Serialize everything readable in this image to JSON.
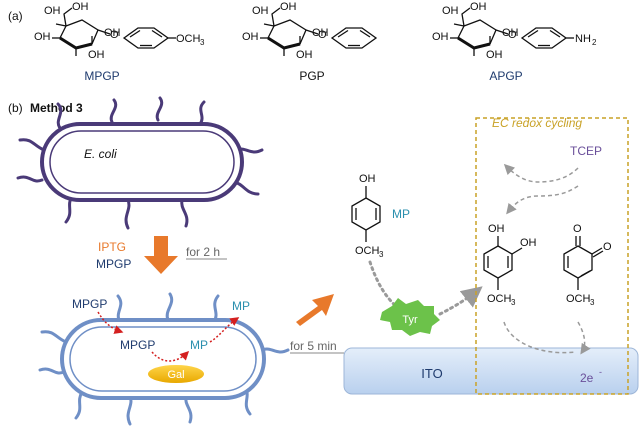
{
  "panel_a": {
    "label": "(a)",
    "compounds": [
      {
        "name": "MPGP",
        "substituent": "OCH",
        "sub_subscript": "3"
      },
      {
        "name": "PGP",
        "substituent": "",
        "sub_subscript": ""
      },
      {
        "name": "APGP",
        "substituent": "NH",
        "sub_subscript": "2"
      }
    ],
    "sugar_labels": {
      "oh": "OH",
      "o": "O"
    }
  },
  "panel_b": {
    "label": "(b)",
    "title": "Method 3",
    "ecoli_label": "E. coli",
    "inducer": "IPTG",
    "substrate": "MPGP",
    "time_1": "for 2 h",
    "time_2": "for 5 min",
    "mpgp_outside": "MPGP",
    "mpgp_inside": "MPGP",
    "mp_inside": "MP",
    "mp_outside": "MP",
    "enzyme_gal": "Gal",
    "mp_label": "MP",
    "enzyme_tyr": "Tyr",
    "electrode": "ITO",
    "electrons": "2e",
    "electrons_sup": "-",
    "redox_title": "EC redox cycling",
    "reductant": "TCEP",
    "atoms": {
      "oh": "OH",
      "o": "O",
      "och": "OCH",
      "sub3": "3"
    }
  },
  "colors": {
    "navy": "#1f3b6e",
    "teal_mp": "#2a8fae",
    "orange_arrow": "#e8792b",
    "gold_box": "#c9a227",
    "purple_ec": "#6a4f9a",
    "membrane_purple": "#4a3a78",
    "membrane_blue": "#6f8fc6",
    "tyr_green": "#6cc24a",
    "gal_yellow": "#f5b800",
    "ito_blue": "#cfe0f5",
    "red_dot": "#d42020",
    "gray_arrow": "#9a9a9a"
  }
}
